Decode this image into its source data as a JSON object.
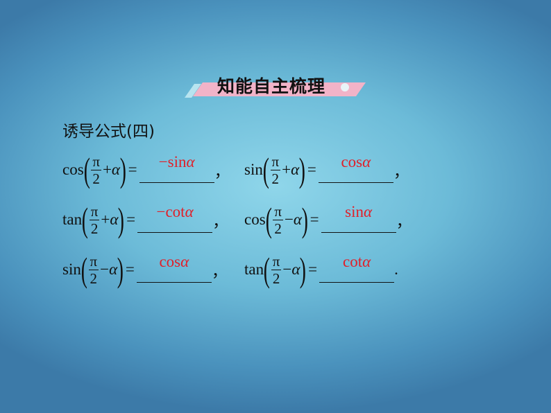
{
  "banner": {
    "title": "知能自主梳理"
  },
  "heading": "诱导公式(四)",
  "symbols": {
    "pi": "π",
    "two": "2",
    "alpha": "α",
    "eq": "=",
    "plus": "+",
    "minus": "−",
    "lparen": "(",
    "rparen": ")"
  },
  "rows": [
    {
      "items": [
        {
          "func": "cos",
          "op": "+",
          "answer": "−sin",
          "answer_alpha": "α",
          "punct": "，"
        },
        {
          "func": "sin",
          "op": "+",
          "answer": "cos",
          "answer_alpha": "α",
          "punct": "，"
        }
      ]
    },
    {
      "items": [
        {
          "func": "tan",
          "op": "+",
          "answer": "−cot",
          "answer_alpha": "α",
          "punct": "，"
        },
        {
          "func": "cos",
          "op": "−",
          "answer": "sin",
          "answer_alpha": "α",
          "punct": "，"
        }
      ]
    },
    {
      "items": [
        {
          "func": "sin",
          "op": "−",
          "answer": "cos",
          "answer_alpha": "α",
          "punct": "，"
        },
        {
          "func": "tan",
          "op": "−",
          "answer": "cot",
          "answer_alpha": "α",
          "punct": "."
        }
      ]
    }
  ]
}
